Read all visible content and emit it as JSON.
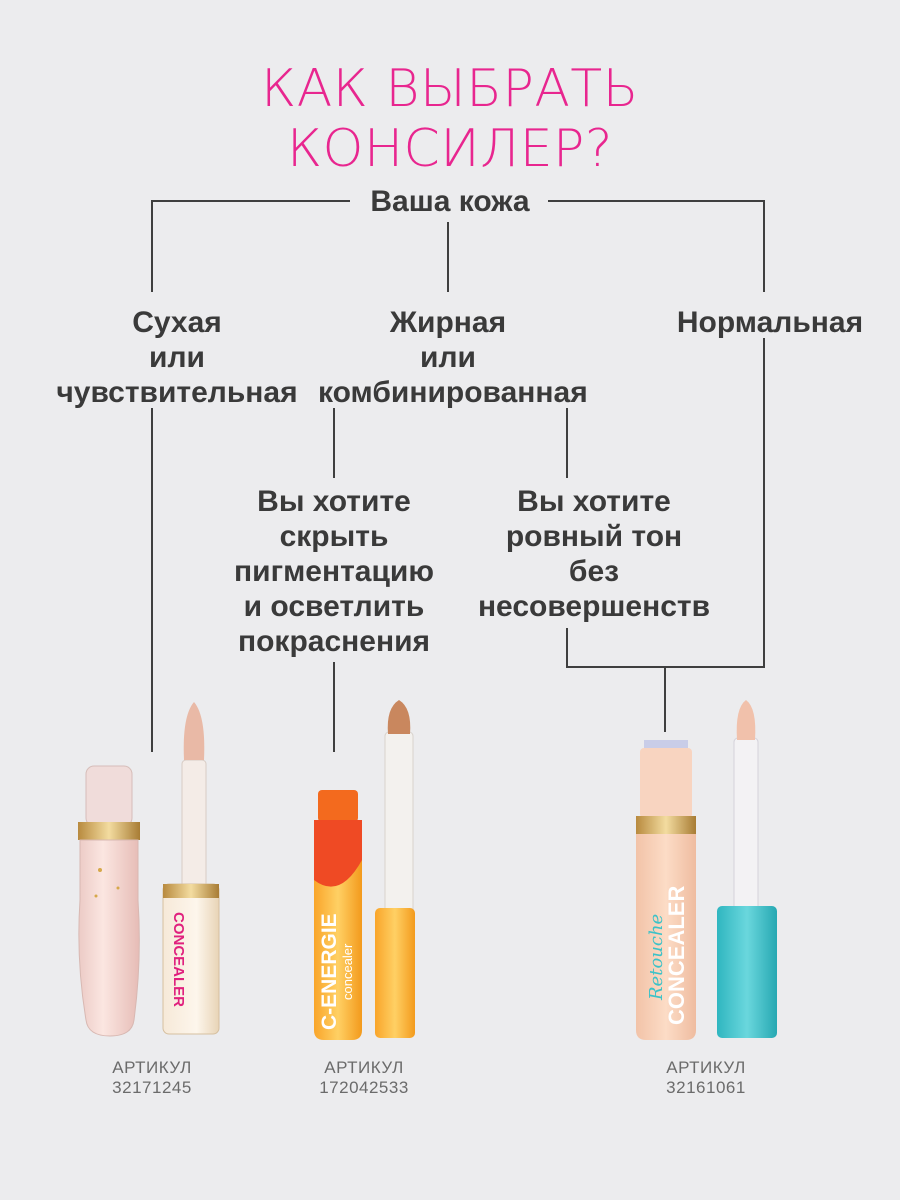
{
  "title": {
    "line1": "КАК ВЫБРАТЬ",
    "line2": "КОНСИЛЕР?"
  },
  "root": "Ваша кожа",
  "skin_types": {
    "dry": [
      "Сухая",
      "или",
      "чувствительная"
    ],
    "oily": [
      "Жирная",
      "или",
      "комбинированная"
    ],
    "normal": [
      "Нормальная"
    ]
  },
  "wishes": {
    "pigmentation": [
      "Вы хотите",
      "скрыть",
      "пигментацию",
      "и осветлить",
      "покраснения"
    ],
    "even_tone": [
      "Вы хотите",
      "ровный тон",
      "без",
      "несовершенств"
    ]
  },
  "products": [
    {
      "label": "АРТИКУЛ",
      "sku": "32171245",
      "name": "CONCEALER"
    },
    {
      "label": "АРТИКУЛ",
      "sku": "172042533",
      "name": "C-ENERGIE",
      "sub": "concealer"
    },
    {
      "label": "АРТИКУЛ",
      "sku": "32161061",
      "name": "CONCEALER",
      "sub": "Retouche"
    }
  ],
  "colors": {
    "title": "#e8268f",
    "text": "#3a3a3a",
    "lines": "#3f3f3f",
    "background": "#ececee"
  }
}
